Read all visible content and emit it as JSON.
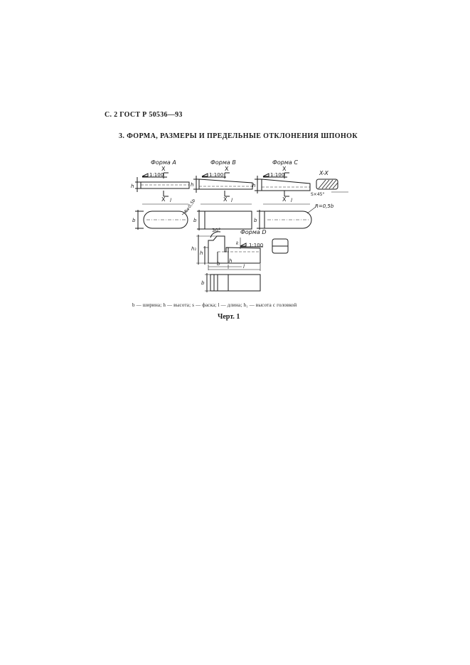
{
  "page": {
    "header": "С. 2 ГОСТ Р 50536—93",
    "section_title": "3. ФОРМА, РАЗМЕРЫ И ПРЕДЕЛЬНЫЕ ОТКЛОНЕНИЯ ШПОНОК",
    "legend": "b — ширина; h — высота; s — фаска; l — длина; h₁ — высота с головкой",
    "caption": "Черт. 1"
  },
  "drawing": {
    "forms": {
      "a": "Форма A",
      "b": "Форма B",
      "c": "Форма C",
      "d": "Форма D"
    },
    "section_label": "X-X",
    "cut_mark": "X",
    "taper": "1:100",
    "radius_label_a": "R=0,5b",
    "radius_label_c": "R=0,5b",
    "chamfer_label": "S×45°",
    "angle_label": "30°",
    "dims": {
      "h": "h",
      "b": "b",
      "l": "l",
      "h1": "h₁",
      "k": "k"
    }
  }
}
